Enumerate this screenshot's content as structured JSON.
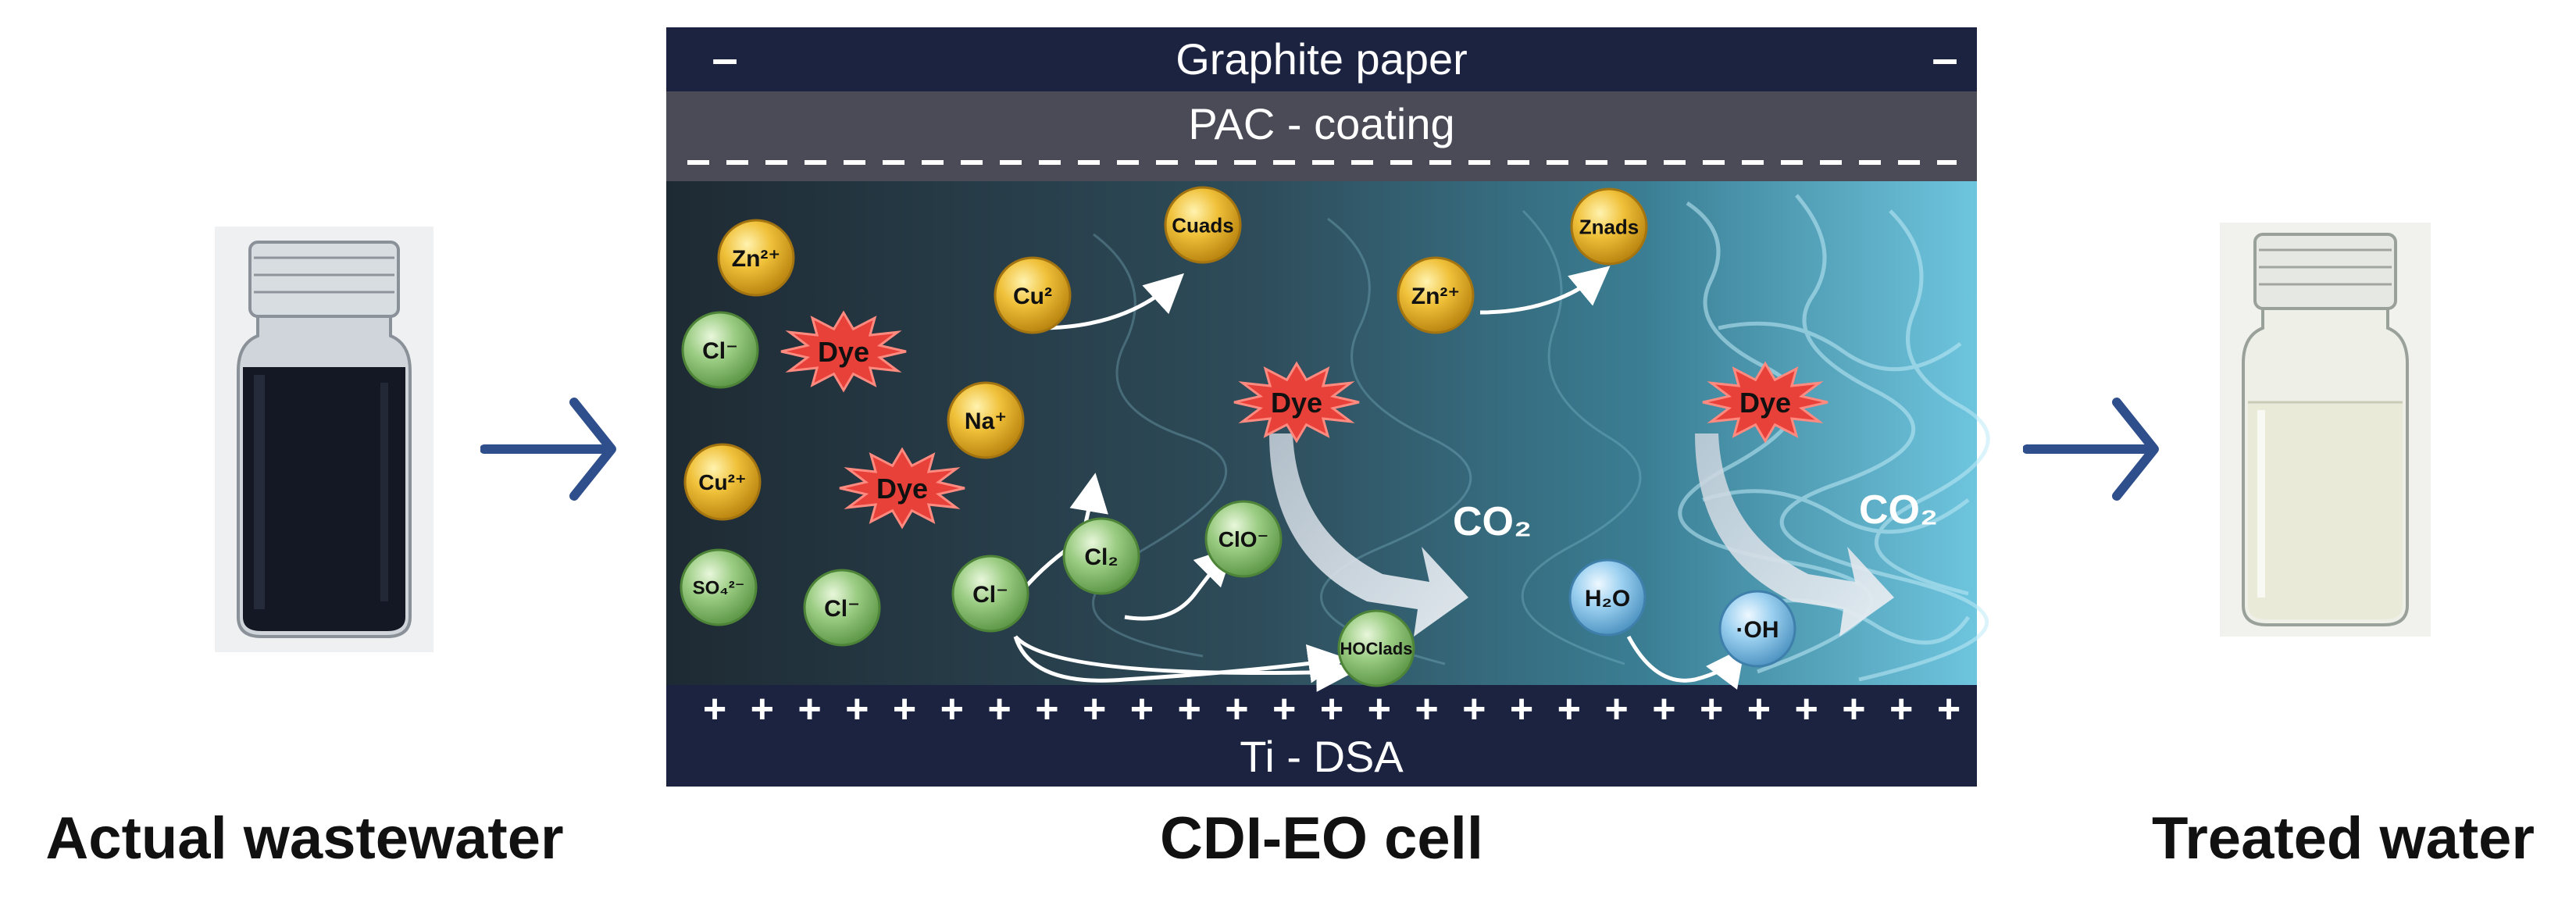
{
  "captions": {
    "left": "Actual wastewater",
    "center": "CDI-EO cell",
    "right": "Treated water"
  },
  "cell": {
    "top_bar": {
      "label": "Graphite paper",
      "left_sign": "–",
      "right_sign": "–"
    },
    "coating": {
      "label": "PAC - coating"
    },
    "bottom_bar": {
      "label": "Ti - DSA",
      "sign": "+"
    }
  },
  "species": {
    "zn2_a": "Zn²⁺",
    "cl_a": "Cl⁻",
    "cu2_a": "Cu²⁺",
    "so4": "SO₄²⁻",
    "cl_b": "Cl⁻",
    "cu2_b": "Cu²",
    "na": "Na⁺",
    "cl_c": "Cl⁻",
    "cl2": "Cl₂",
    "clo": "ClO⁻",
    "cu_ads": "Cuads",
    "zn2_b": "Zn²⁺",
    "zn_ads": "Znads",
    "hocl_ads": "HOClads",
    "h2o": "H₂O",
    "oh": "·OH"
  },
  "dyes": [
    "Dye",
    "Dye",
    "Dye",
    "Dye"
  ],
  "co2": [
    "CO₂",
    "CO₂"
  ],
  "colors": {
    "dark_navy": "#1b2340",
    "coating_gray": "#4b4a57",
    "zn_cu_yellow": "#e8b728",
    "cl_green": "#8fc27a",
    "h2o_blue": "#8ec5e8",
    "dye_red": "#e8413a",
    "arrow_blue": "#2f4f8c"
  }
}
